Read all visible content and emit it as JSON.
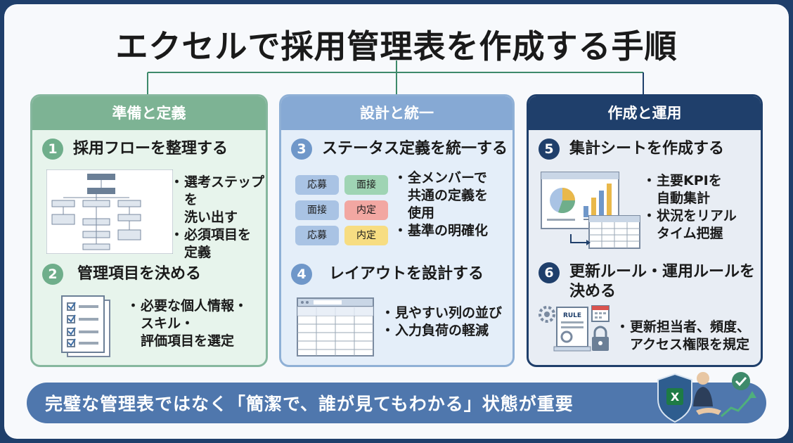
{
  "title": "エクセルで採用管理表を作成する手順",
  "columns": [
    {
      "header": "準備と定義",
      "steps": [
        {
          "num": "1",
          "title": "採用フローを整理する",
          "bullets": [
            "選考ステップを",
            "洗い出す",
            "必須項目を",
            "定義"
          ]
        },
        {
          "num": "2",
          "title": "管理項目を決める",
          "bullets": [
            "必要な個人情報・",
            "スキル・",
            "評価項目を選定"
          ]
        }
      ]
    },
    {
      "header": "設計と統一",
      "steps": [
        {
          "num": "3",
          "title": "ステータス定義を統一する",
          "bullets": [
            "全メンバーで",
            "共通の定義を",
            "使用",
            "基準の明確化"
          ]
        },
        {
          "num": "4",
          "title": "レイアウトを設計する",
          "bullets": [
            "見やすい列の並び",
            "入力負荷の軽減"
          ]
        }
      ],
      "tags": [
        "応募",
        "面接",
        "面接",
        "内定",
        "応募",
        "内定"
      ]
    },
    {
      "header": "作成と運用",
      "steps": [
        {
          "num": "5",
          "title": "集計シートを作成する",
          "bullets": [
            "主要KPIを",
            "自動集計",
            "状況をリアル",
            "タイム把握"
          ]
        },
        {
          "num": "6",
          "title": "更新ルール・運用ルールを",
          "title2": "決める",
          "bullets": [
            "更新担当者、頻度、",
            "アクセス権限を規定"
          ]
        }
      ],
      "rule_label": "RULE"
    }
  ],
  "banner": "完璧な管理表ではなく「簡潔で、誰が見てもわかる」状態が重要",
  "colors": {
    "navy": "#1f3f6b",
    "green": "#7db394",
    "blue": "#86a9d4",
    "banner": "#4f77ad"
  }
}
